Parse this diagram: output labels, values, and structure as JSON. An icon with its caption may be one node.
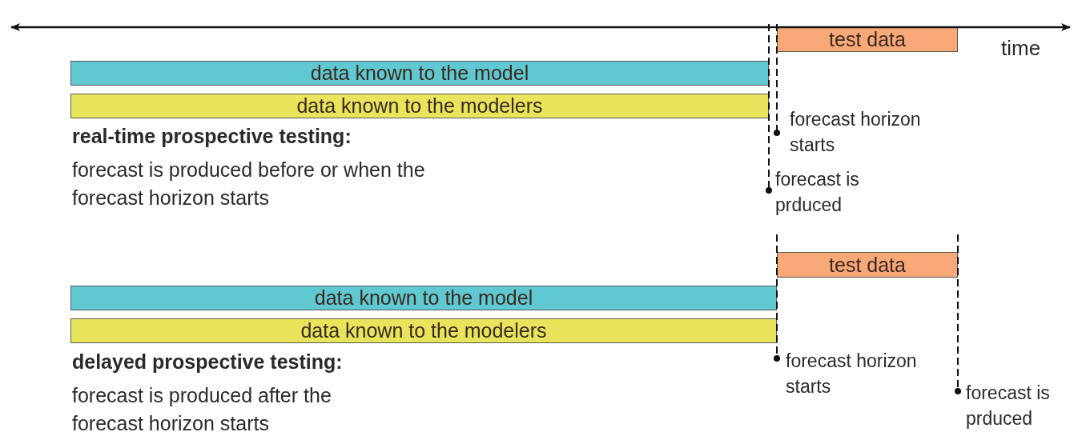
{
  "diagram": {
    "nodes": [
      {
        "text": [
          "test data"
        ]
      },
      {
        "text": [
          "data known to the model"
        ]
      },
      {
        "text": [
          "data known to the modelers"
        ]
      },
      {
        "text": [
          "test data"
        ]
      },
      {
        "text": [
          "data known to the model"
        ]
      },
      {
        "text": [
          "data known to the modelers"
        ]
      }
    ],
    "labels": [
      "time",
      "forecast horizon starts",
      "real-time prospective testing:",
      "forecast is produced before or when the forecast horizon starts",
      "forecast is prduced",
      "delayed prospective testing:",
      "forecast horizon starts",
      "forecast is produced after the forecast horizon starts",
      "forecast is prduced"
    ]
  }
}
